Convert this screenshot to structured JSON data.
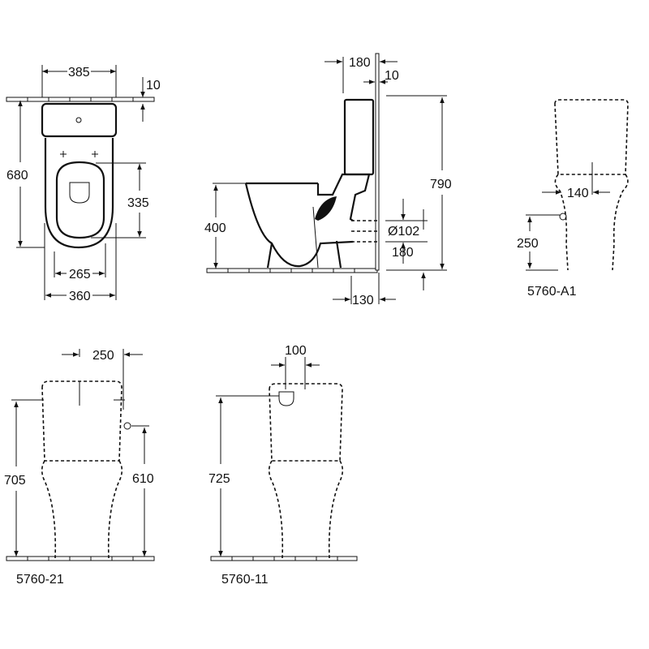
{
  "top_view": {
    "dimensions": {
      "tank_width": "385",
      "wall_gap": "10",
      "depth": "680",
      "seat_length": "335",
      "seat_width": "265",
      "bowl_width": "360"
    }
  },
  "side_view": {
    "dimensions": {
      "tank_depth": "180",
      "wall_gap": "10",
      "total_height": "790",
      "seat_height": "400",
      "outlet_diameter": "Ø102",
      "outlet_height": "180",
      "outlet_offset": "130"
    }
  },
  "front_view_a1": {
    "model": "5760-A1",
    "dimensions": {
      "inlet_offset": "140",
      "inlet_height": "250"
    }
  },
  "front_view_21": {
    "model": "5760-21",
    "dimensions": {
      "inlet_offset": "250",
      "total_height": "705",
      "inlet_height": "610"
    }
  },
  "front_view_11": {
    "model": "5760-11",
    "dimensions": {
      "button_offset": "100",
      "total_height": "725"
    }
  }
}
